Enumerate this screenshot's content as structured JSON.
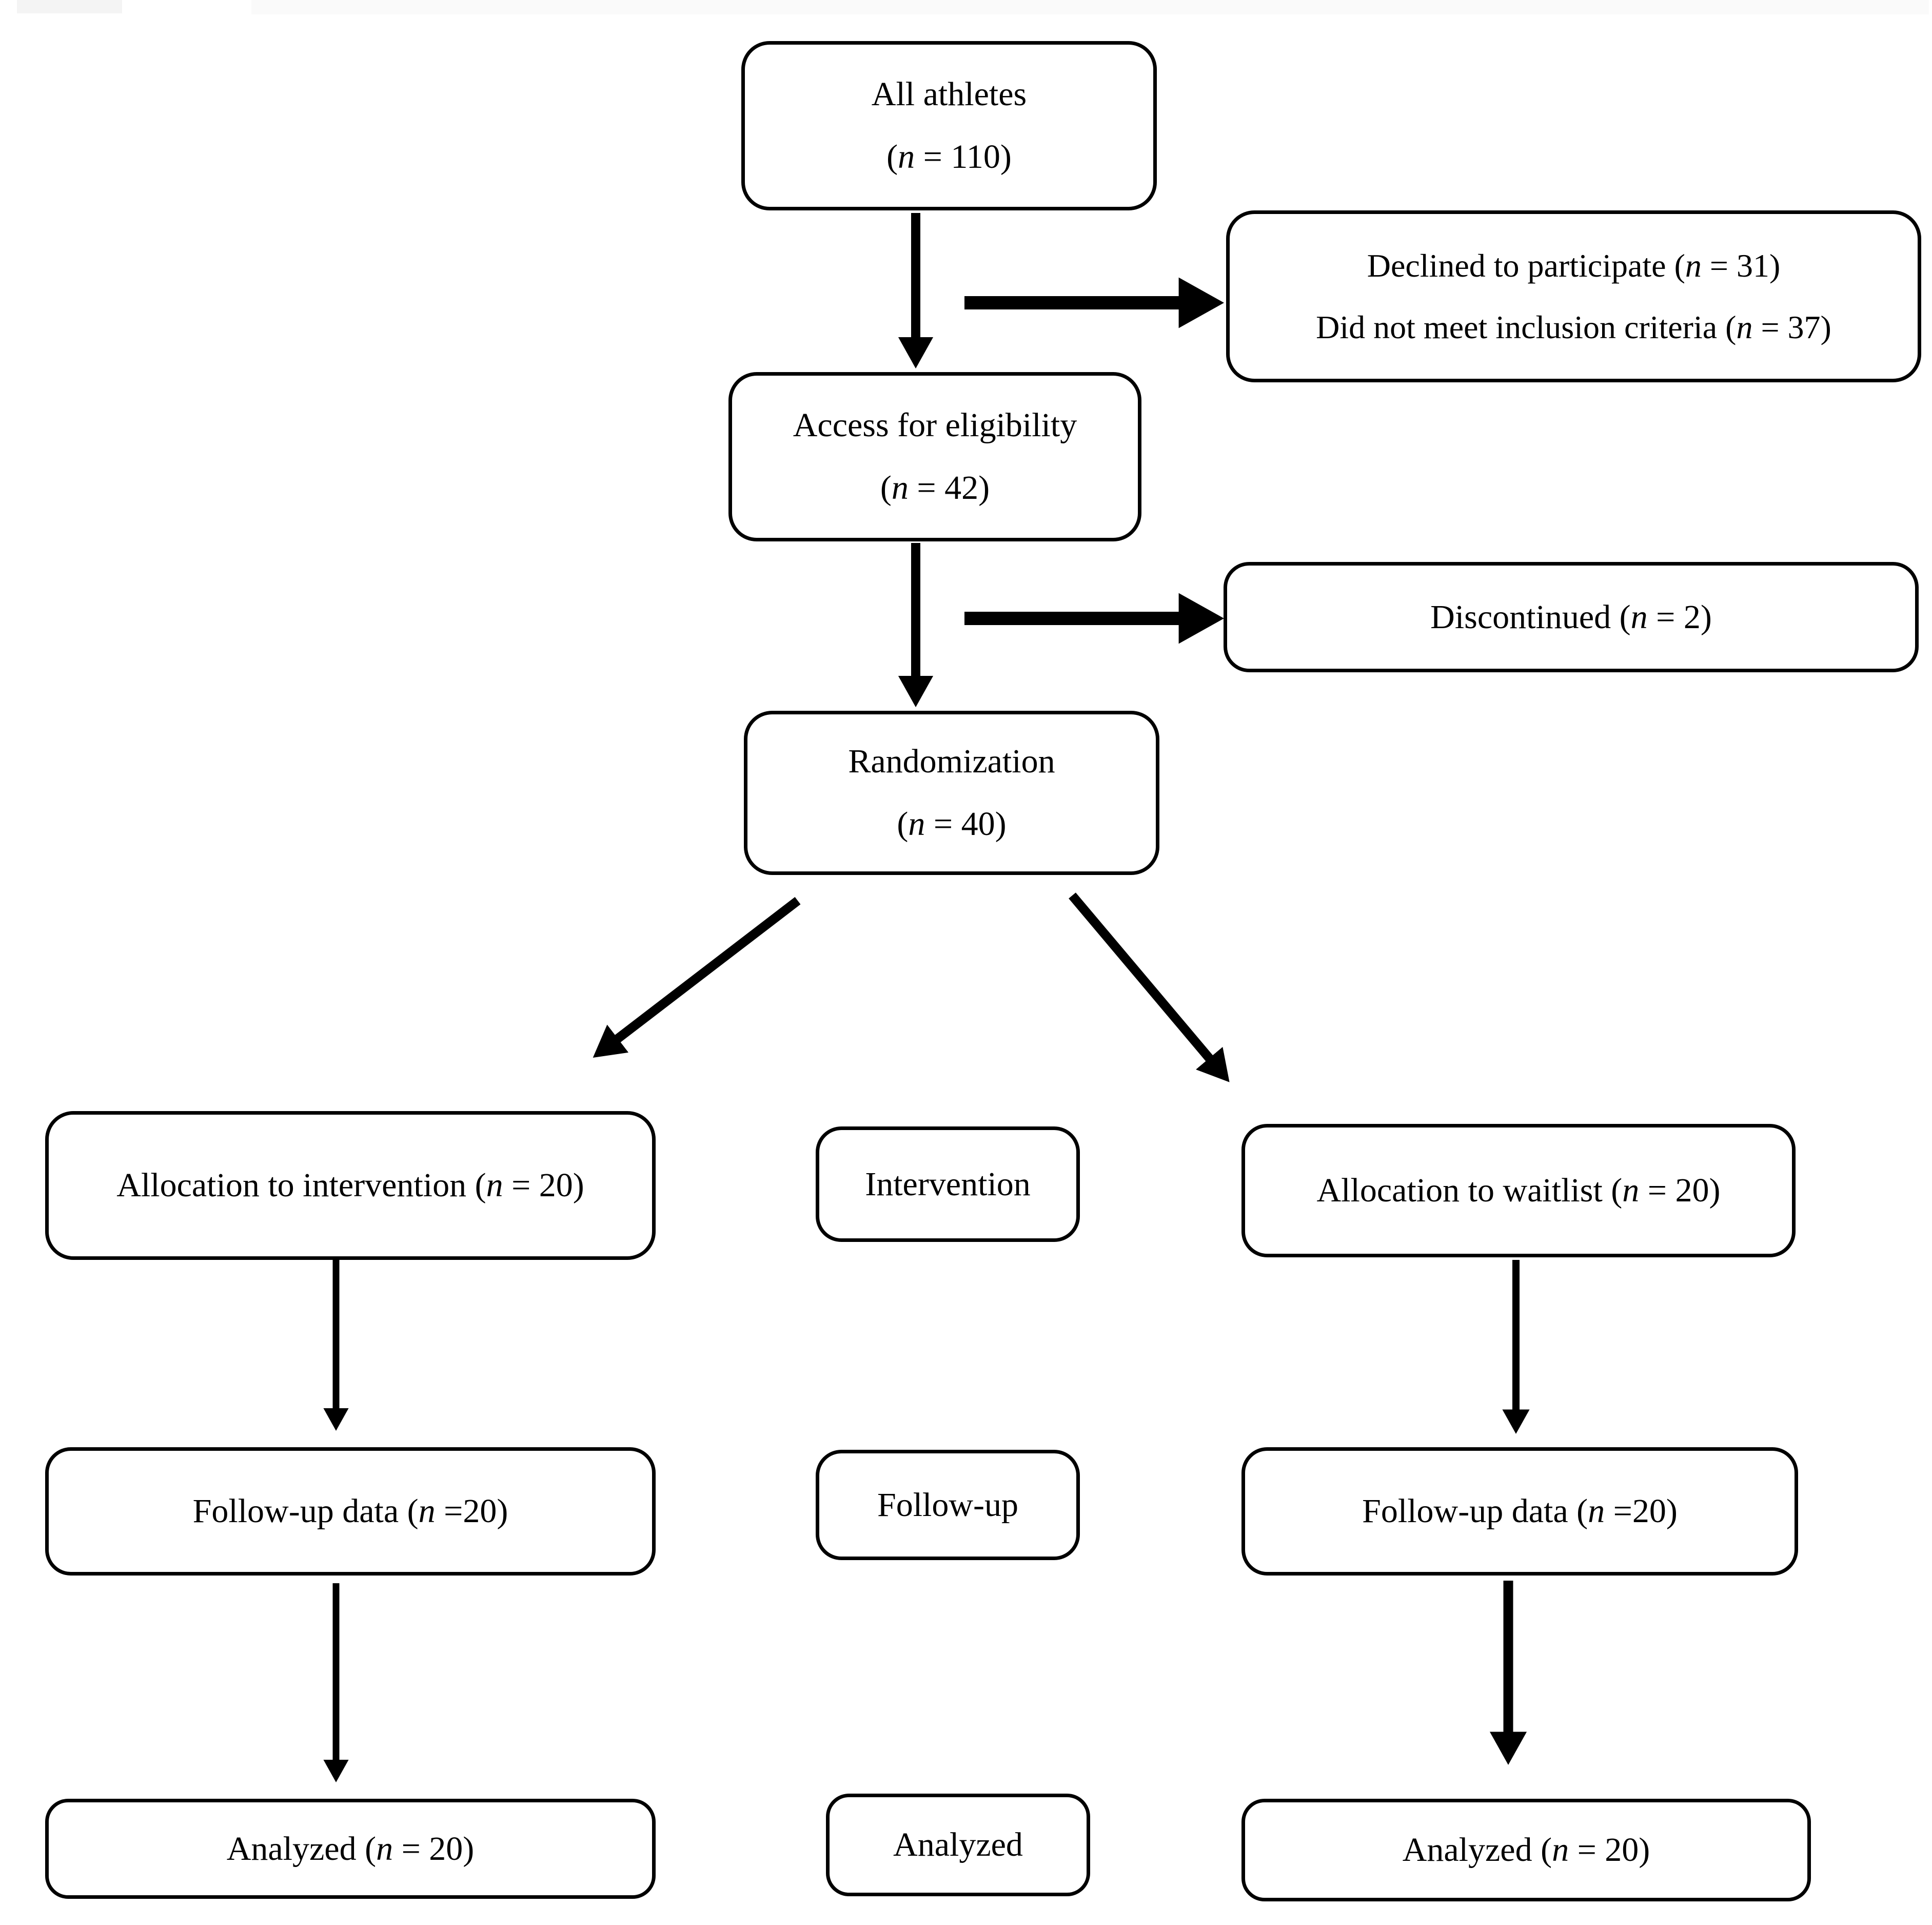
{
  "flowchart": {
    "colors": {
      "background": "#ffffff",
      "box_fill": "#ffffff",
      "box_border": "#000000",
      "arrow": "#000000",
      "text": "#000000"
    },
    "nodes": {
      "all_athletes": {
        "line1": "All athletes",
        "line2": "(n = 110)"
      },
      "declined": {
        "line1": "Declined to participate (n = 31)",
        "line2": "Did not meet inclusion criteria (n = 37)"
      },
      "eligibility": {
        "line1": "Access for eligibility",
        "line2": "(n = 42)"
      },
      "discontinued": {
        "line1": "Discontinued (n = 2)"
      },
      "randomization": {
        "line1": "Randomization",
        "line2": "(n = 40)"
      },
      "alloc_intervention": {
        "line1": "Allocation to intervention (n = 20)"
      },
      "intervention_label": {
        "line1": "Intervention"
      },
      "alloc_waitlist": {
        "line1": "Allocation to waitlist (n = 20)"
      },
      "followup_left": {
        "line1": "Follow-up data (n =20)"
      },
      "followup_label": {
        "line1": "Follow-up"
      },
      "followup_right": {
        "line1": "Follow-up data (n =20)"
      },
      "analyzed_left": {
        "line1": "Analyzed (n = 20)"
      },
      "analyzed_label": {
        "line1": "Analyzed"
      },
      "analyzed_right": {
        "line1": "Analyzed (n = 20)"
      }
    }
  }
}
